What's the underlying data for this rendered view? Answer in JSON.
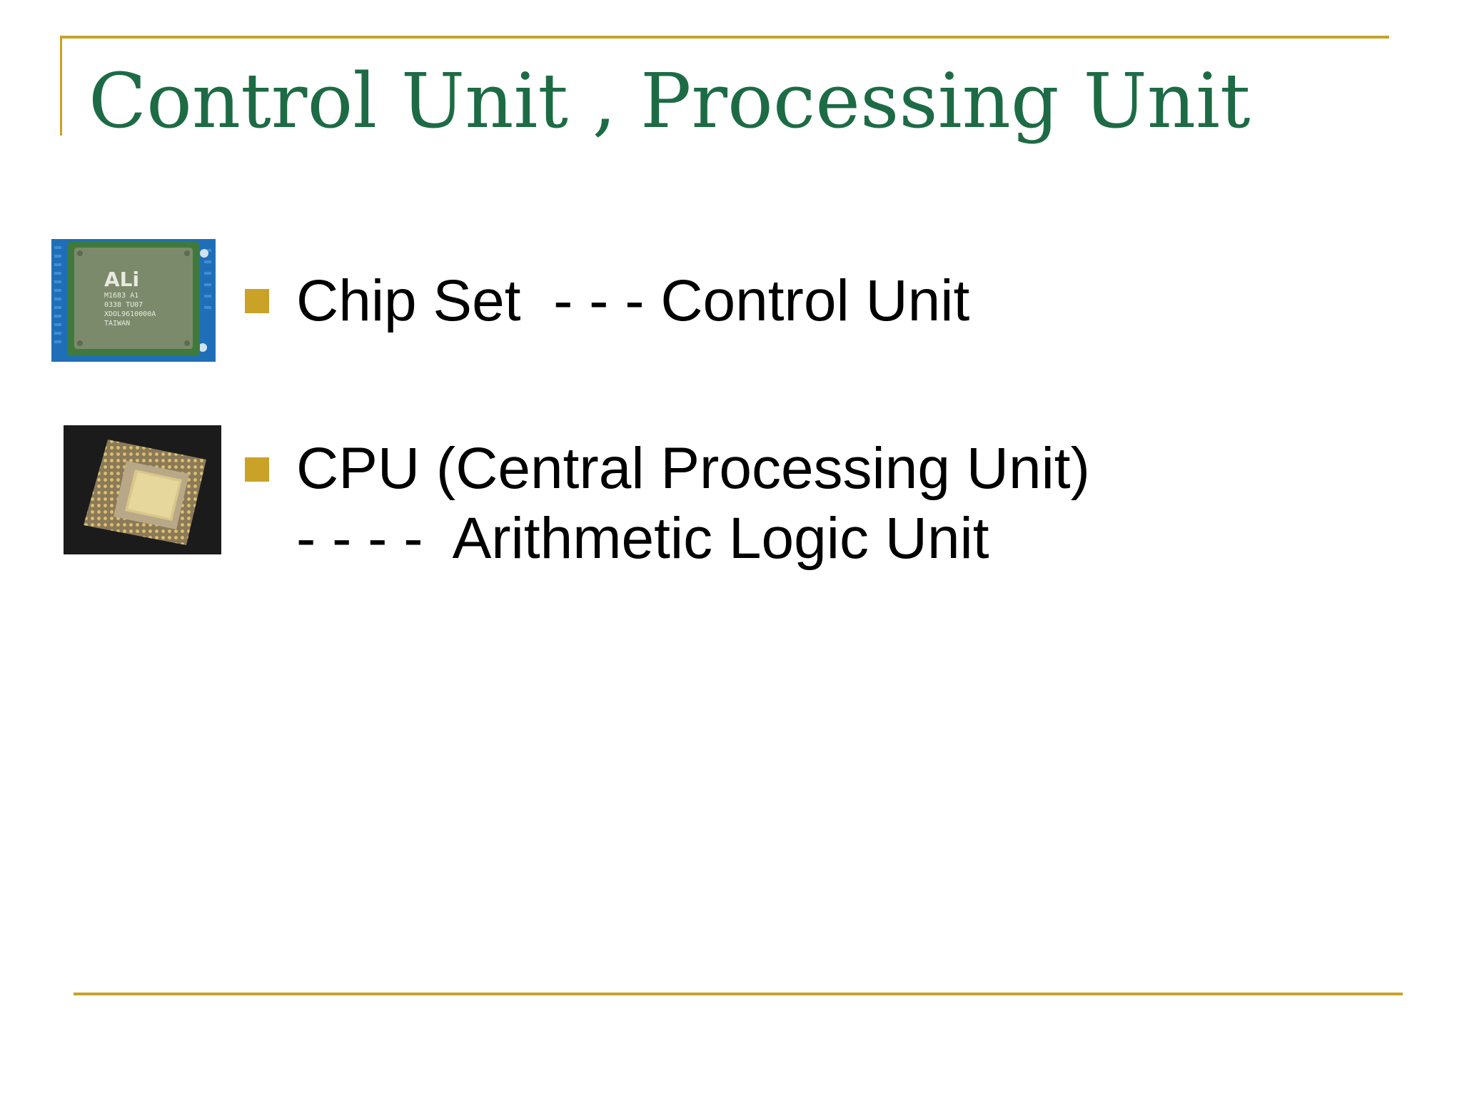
{
  "slide": {
    "title": "Control Unit , Processing Unit",
    "bullets": [
      {
        "text": "Chip Set  - - - Control Unit",
        "image_icon": "chipset-photo"
      },
      {
        "line1": "CPU (Central Processing Unit)",
        "line2": "- - - -  Arithmetic Logic Unit",
        "image_icon": "cpu-photo"
      }
    ],
    "chip_markings": [
      "ALi",
      "M1683 A1",
      "0338  TU07",
      "XDOL9610000A",
      "TAIWAN"
    ],
    "colors": {
      "title": "#1d6b45",
      "accent": "#c9a227",
      "text": "#000000"
    }
  }
}
